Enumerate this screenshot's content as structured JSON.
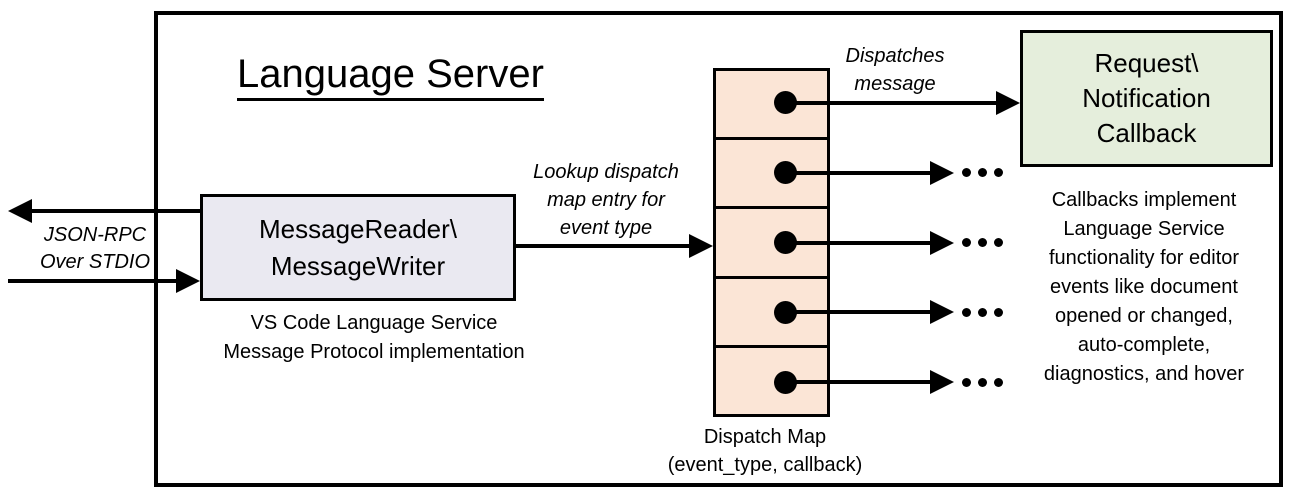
{
  "title": "Language Server",
  "io": {
    "label": "JSON-RPC\nOver STDIO"
  },
  "reader": {
    "label": "MessageReader\\\nMessageWriter",
    "caption": "VS Code Language Service\nMessage Protocol implementation"
  },
  "lookup_arrow_label": "Lookup dispatch\nmap entry for\nevent type",
  "dispatch_arrow_label": "Dispatches\nmessage",
  "callback": {
    "label": "Request\\\nNotification\nCallback",
    "caption": "Callbacks implement\nLanguage Service\nfunctionality for editor\nevents like document\nopened or changed,\nauto-complete,\ndiagnostics, and hover"
  },
  "dispatch_map": {
    "caption": "Dispatch Map\n(event_type, callback)",
    "row_targets": [
      "callback",
      "ellipsis",
      "ellipsis",
      "ellipsis",
      "ellipsis"
    ]
  },
  "colors": {
    "stroke": "#000000",
    "reader_fill": "#eae9f1",
    "map_fill": "#fbe5d6",
    "callback_fill": "#e5eedc"
  }
}
